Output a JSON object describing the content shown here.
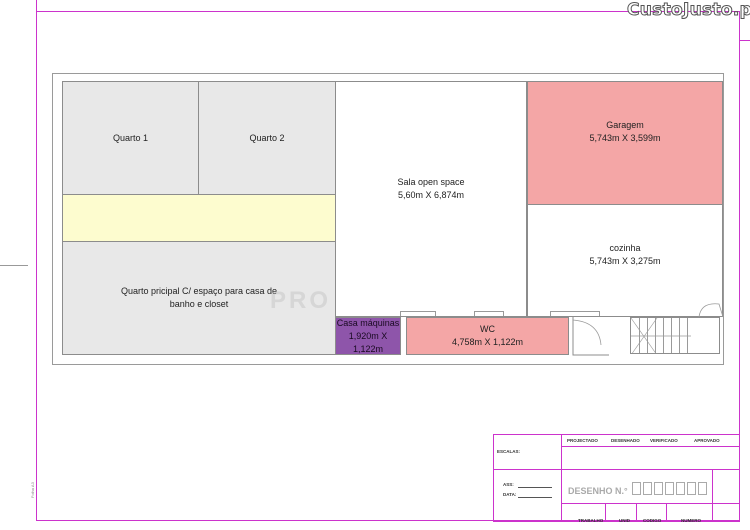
{
  "logo": "CustoJusto.pt",
  "watermark": "PRO",
  "side_note": "Folha A3",
  "rooms": {
    "quarto1": "Quarto 1",
    "quarto2": "Quarto 2",
    "sala_name": "Sala open space",
    "sala_dims": "5,60m X 6,874m",
    "garagem_name": "Garagem",
    "garagem_dims": "5,743m X 3,599m",
    "cozinha_name": "cozinha",
    "cozinha_dims": "5,743m X 3,275m",
    "quarto_principal_line1": "Quarto pricipal C/ espaço para casa de",
    "quarto_principal_line2": "banho e closet",
    "casa_maquinas_name": "Casa máquinas",
    "casa_maquinas_dims": "1,920m X 1,122m",
    "wc_name": "WC",
    "wc_dims": "4,758m X 1,122m"
  },
  "colors": {
    "room_gray": "#e8e8e8",
    "hall_yellow": "#fdfccf",
    "garagem_pink": "#f4a6a6",
    "wc_pink": "#f4a6a6",
    "casa_maquinas_purple": "#8e55aa",
    "border_magenta": "#cc33cc"
  },
  "title_block": {
    "escalas": "ESCALAS:",
    "projectado": "PROJECTADO",
    "desenhado": "DESENHADO",
    "verificado": "VERIFICADO",
    "aprovado": "APROVADO",
    "ass": "ASS:",
    "data": "DATA:",
    "desenho_n": "DESENHO N.°",
    "trabalho": "TRABALHO",
    "unid": "UNID",
    "codigo": "CODIGO",
    "numero": "NUMERO"
  }
}
